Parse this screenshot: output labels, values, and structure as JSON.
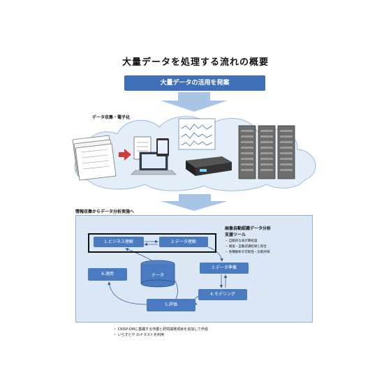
{
  "title": "大量データを処理する流れの概要",
  "banner": "大量データの活用を発案",
  "digitize_label": "データ収集・電子化",
  "section_label": "情報収集からデータ分析実施へ",
  "data_label": "データ",
  "stages": {
    "s1": "1.ビジネス理解",
    "s2": "2.データ理解",
    "s3": "3.データ準備",
    "s4": "4.モデリング",
    "s5": "5.評価",
    "s6": "6.適用"
  },
  "tools": {
    "heading1": "画像自動認識データ分析",
    "heading2": "支援ツール",
    "items": [
      "・ 自動的な表計算処理",
      "・ 検査・自動認識結果と照合",
      "・ 各種解析の可能性・比較評価"
    ]
  },
  "notes": [
    "・ CRISP-DMに基礎する作業と研究開発項目を追加して作成",
    "・ いらすとや のイラストを利用"
  ],
  "colors": {
    "accent": "#3f6fb6",
    "stage": "#4a7bc0",
    "arrow": "#a9c5e6",
    "panel": "#dbe7f5",
    "cloud": "#e4eef9"
  }
}
